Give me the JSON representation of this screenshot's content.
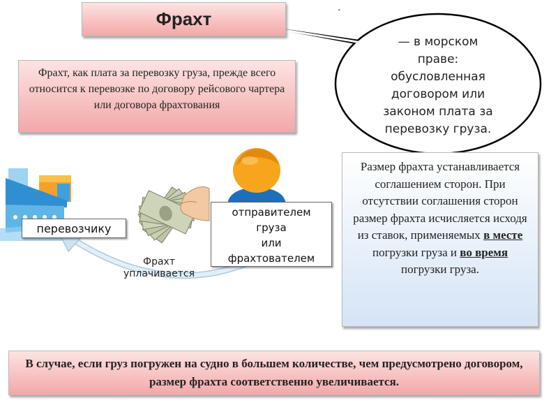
{
  "title": "Фрахт",
  "definition_box": {
    "text": "Фрахт, как плата за перевозку груза, прежде всего относится к перевозке по договору рейсового чартера или договора фрахтования"
  },
  "bubble": {
    "lines": [
      "— в морском",
      "праве:",
      "обусловленная",
      "договором или",
      "законом плата за",
      "перевозку груза."
    ]
  },
  "size_box": {
    "part1": "Размер фрахта устанавливается соглашением сторон. При отсутствии соглашения сторон размер фрахта исчисляется исходя из ставок, применяемых ",
    "u1": "в месте",
    "part2": " погрузки груза и ",
    "u2": "во время",
    "part3": " погрузки груза."
  },
  "carrier_label": "перевозчику",
  "sender_label": {
    "lines": [
      "отправителем",
      "груза",
      "или",
      "фрахтователем"
    ]
  },
  "paid_caption": {
    "lines": [
      "Фрахт",
      "уплачивается"
    ]
  },
  "note": "В случае, если груз погружен на судно в большем количестве, чем предусмотрено договором, размер фрахта соответственно увеличивается.",
  "colors": {
    "pink_top": "#fde3e3",
    "pink_bottom": "#f3a8a8",
    "blue_bottom": "#d5e4f6",
    "arrow": "#cfe2ef",
    "person_head": "#f7a51c",
    "person_body": "#1e6fb9"
  },
  "icons": [
    "ship-icon",
    "money-hand-icon",
    "person-icon",
    "curved-arrow-icon"
  ]
}
